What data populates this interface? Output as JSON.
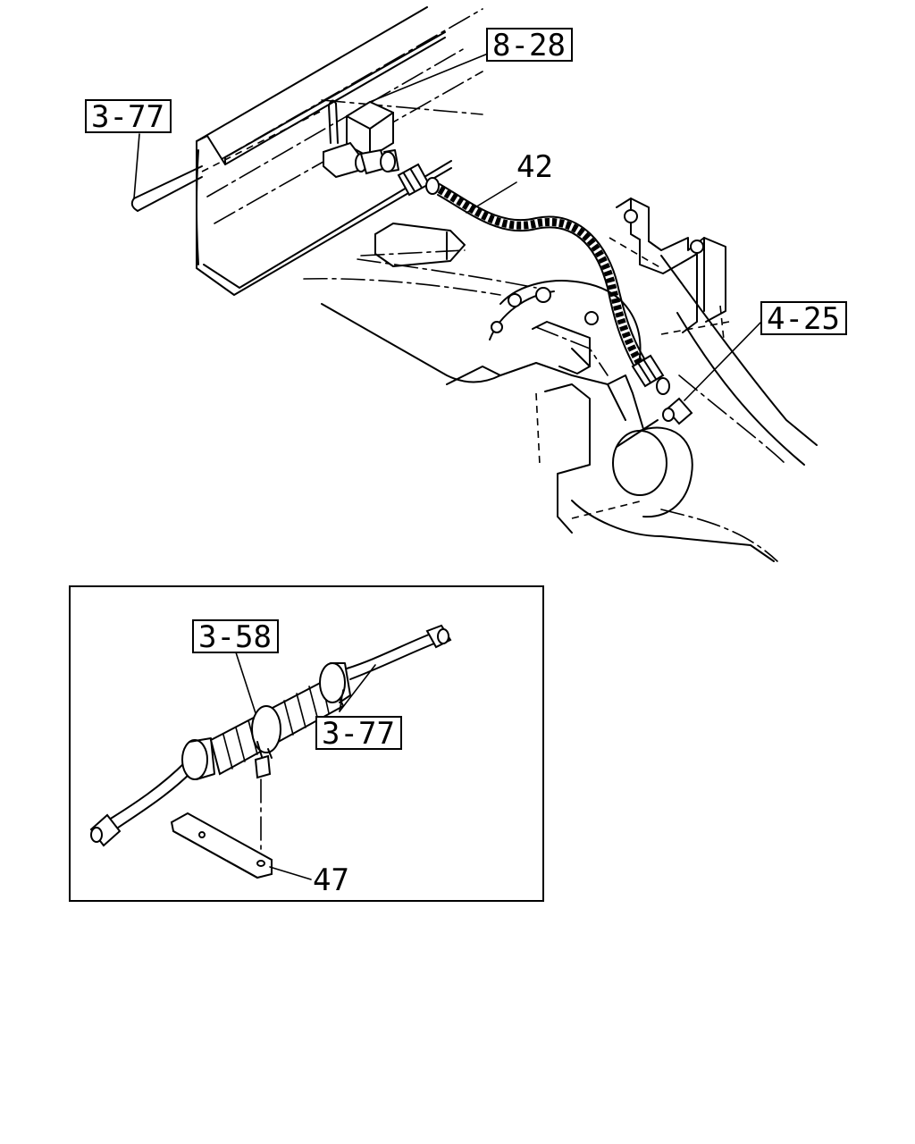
{
  "callouts": {
    "ref_8_28": "8-28",
    "ref_3_77_top": "3-77",
    "part_42": "42",
    "ref_4_25": "4-25",
    "ref_3_58": "3-58",
    "ref_3_77_inset": "3-77",
    "part_47": "47"
  },
  "colors": {
    "line": "#000000",
    "background": "#ffffff"
  }
}
